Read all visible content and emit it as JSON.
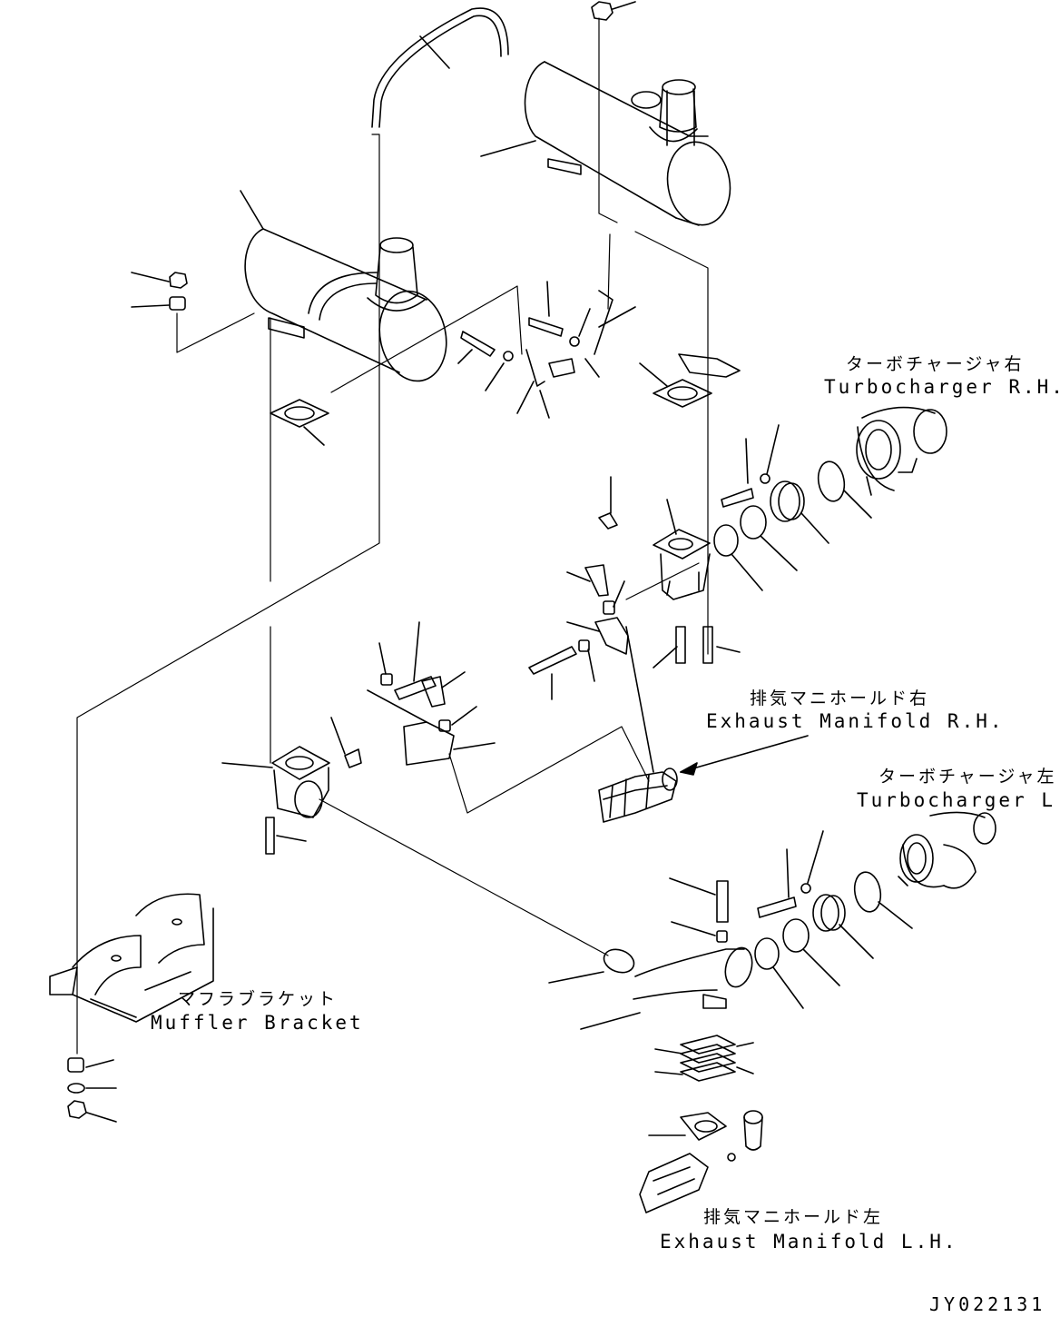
{
  "labels": {
    "turbo_rh_jp": "ターボチャージャ右",
    "turbo_rh_en": "Turbocharger R.H.",
    "manifold_rh_jp": "排気マニホールド右",
    "manifold_rh_en": "Exhaust Manifold R.H.",
    "turbo_lh_jp": "ターボチャージャ左",
    "turbo_lh_en": "Turbocharger L.H.",
    "bracket_jp": "マフラブラケット",
    "bracket_en": "Muffler Bracket",
    "manifold_lh_jp": "排気マニホールド左",
    "manifold_lh_en": "Exhaust Manifold L.H.",
    "drawing_code": "JY022131"
  },
  "colors": {
    "line": "#000000",
    "background": "#ffffff"
  }
}
